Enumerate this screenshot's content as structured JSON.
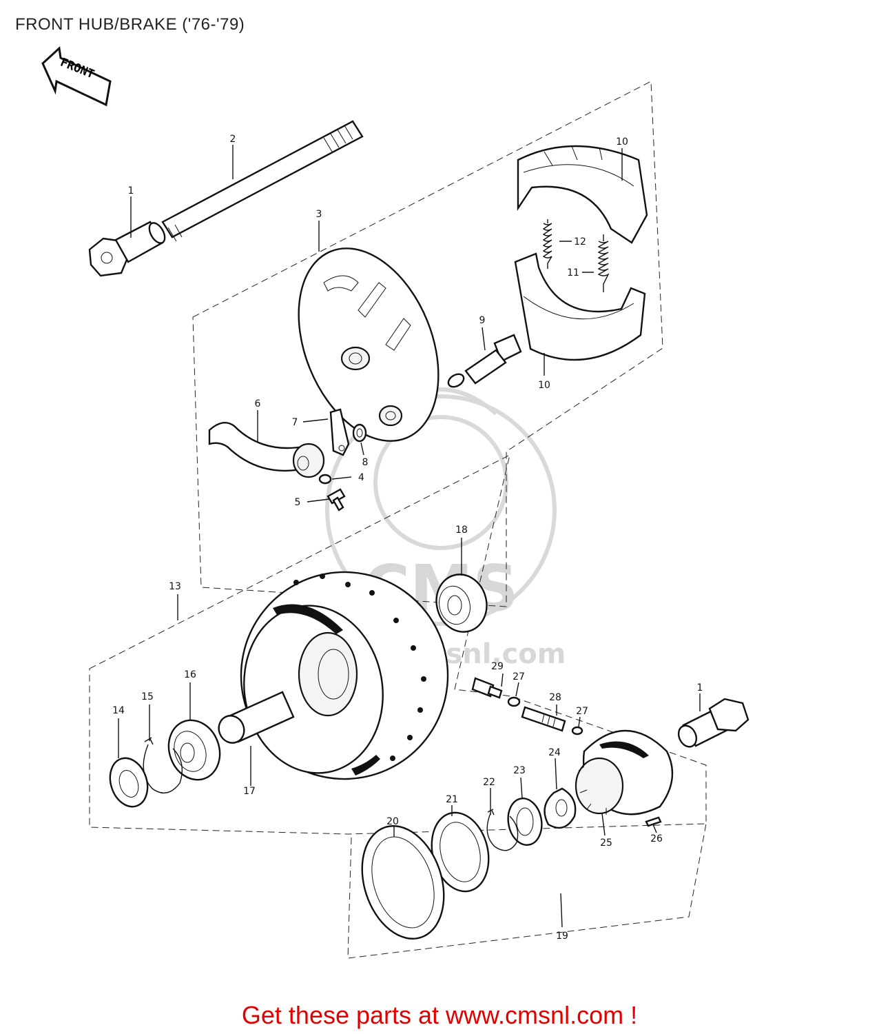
{
  "title": "FRONT HUB/BRAKE ('76-'79)",
  "front_arrow_text": "FRONT",
  "cta": "Get these parts at www.cmsnl.com !",
  "watermark": {
    "brand": "CMS",
    "url": "www.cmsnl.com"
  },
  "callouts": {
    "p1a": "1",
    "p2": "2",
    "p3": "3",
    "p10a": "10",
    "p12": "12",
    "p11": "11",
    "p9": "9",
    "p10b": "10",
    "p6": "6",
    "p7": "7",
    "p8": "8",
    "p4": "4",
    "p5": "5",
    "p18": "18",
    "p13": "13",
    "p16": "16",
    "p15": "15",
    "p14": "14",
    "p17": "17",
    "p29": "29",
    "p27a": "27",
    "p28": "28",
    "p27b": "27",
    "p1b": "1",
    "p24": "24",
    "p23": "23",
    "p22": "22",
    "p21": "21",
    "p20": "20",
    "p25": "25",
    "p26": "26",
    "p19": "19"
  },
  "colors": {
    "cta": "#e00000",
    "line": "#111111",
    "watermark": "#d9d9d9"
  }
}
